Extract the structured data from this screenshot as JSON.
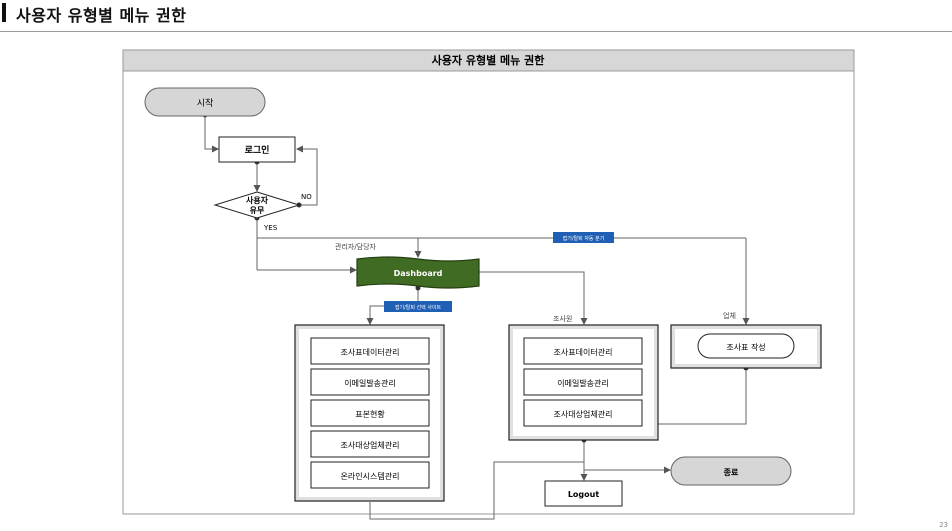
{
  "page": {
    "title": "사용자 유형별 메뉴 권한",
    "page_number": "23"
  },
  "diagram": {
    "title": "사용자 유형별 메뉴 권한",
    "nodes": {
      "start": "시작",
      "login": "로그인",
      "decision_line1": "사용자",
      "decision_line2": "유무",
      "dashboard": "Dashboard",
      "admin_menu": [
        "조사표데이터관리",
        "이메일발송관리",
        "표본현황",
        "조사대상업체관리",
        "온라인시스템관리"
      ],
      "surveyor_menu": [
        "조사표데이터관리",
        "이메일발송관리",
        "조사대상업체관리"
      ],
      "company_menu": [
        "조사표 작성"
      ],
      "end": "종료",
      "logout": "Logout"
    },
    "edge_labels": {
      "no": "NO",
      "yes": "YES",
      "admin": "관리자/담당자",
      "surveyor": "조사원",
      "company": "업체"
    },
    "tags": {
      "auto_branch": "접기/탈퇴 자동 분기",
      "select_site": "접기/탈퇴 선택 사이트"
    },
    "colors": {
      "dashboard_fill": "#3f6b22",
      "tag_fill": "#1f5fb4",
      "title_bar_fill": "#d7d7d7",
      "terminal_fill": "#d6d6d6"
    }
  }
}
